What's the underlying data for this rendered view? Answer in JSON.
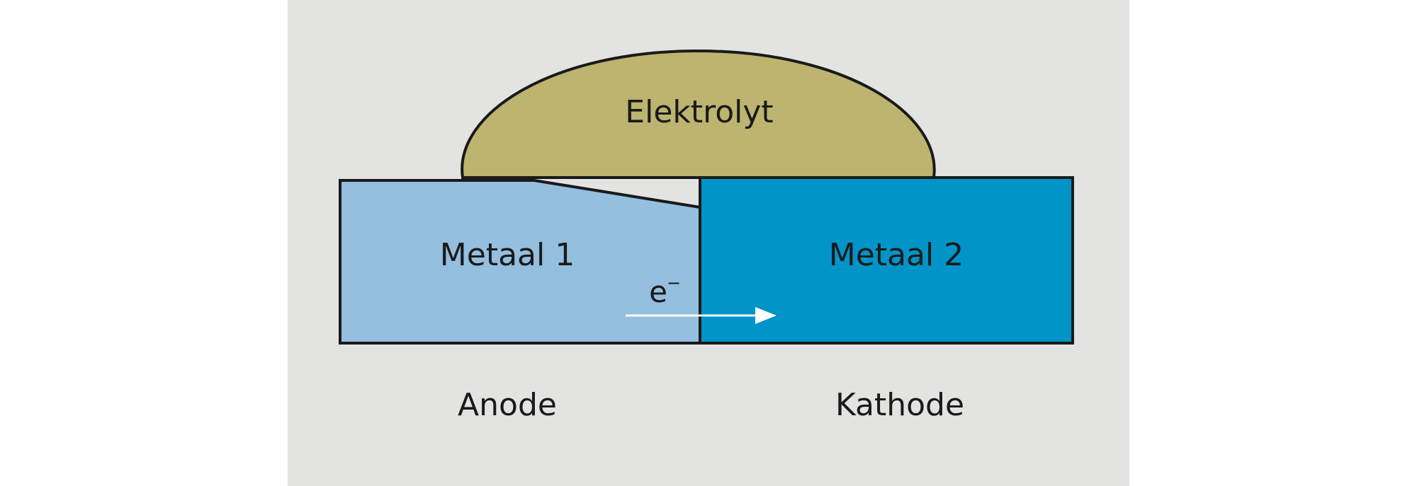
{
  "diagram": {
    "labels": {
      "electrolyte": "Elektrolyt",
      "metal1": "Metaal 1",
      "metal2": "Metaal 2",
      "electron": "e",
      "electron_charge": "−",
      "anode": "Anode",
      "cathode": "Kathode"
    },
    "colors": {
      "background": "#e3e3e2",
      "electrolyte": "#bcb46f",
      "metal1": "#94bfde",
      "metal2": "#0094c8",
      "outline": "#1a1a1a",
      "arrow": "#ffffff"
    }
  }
}
